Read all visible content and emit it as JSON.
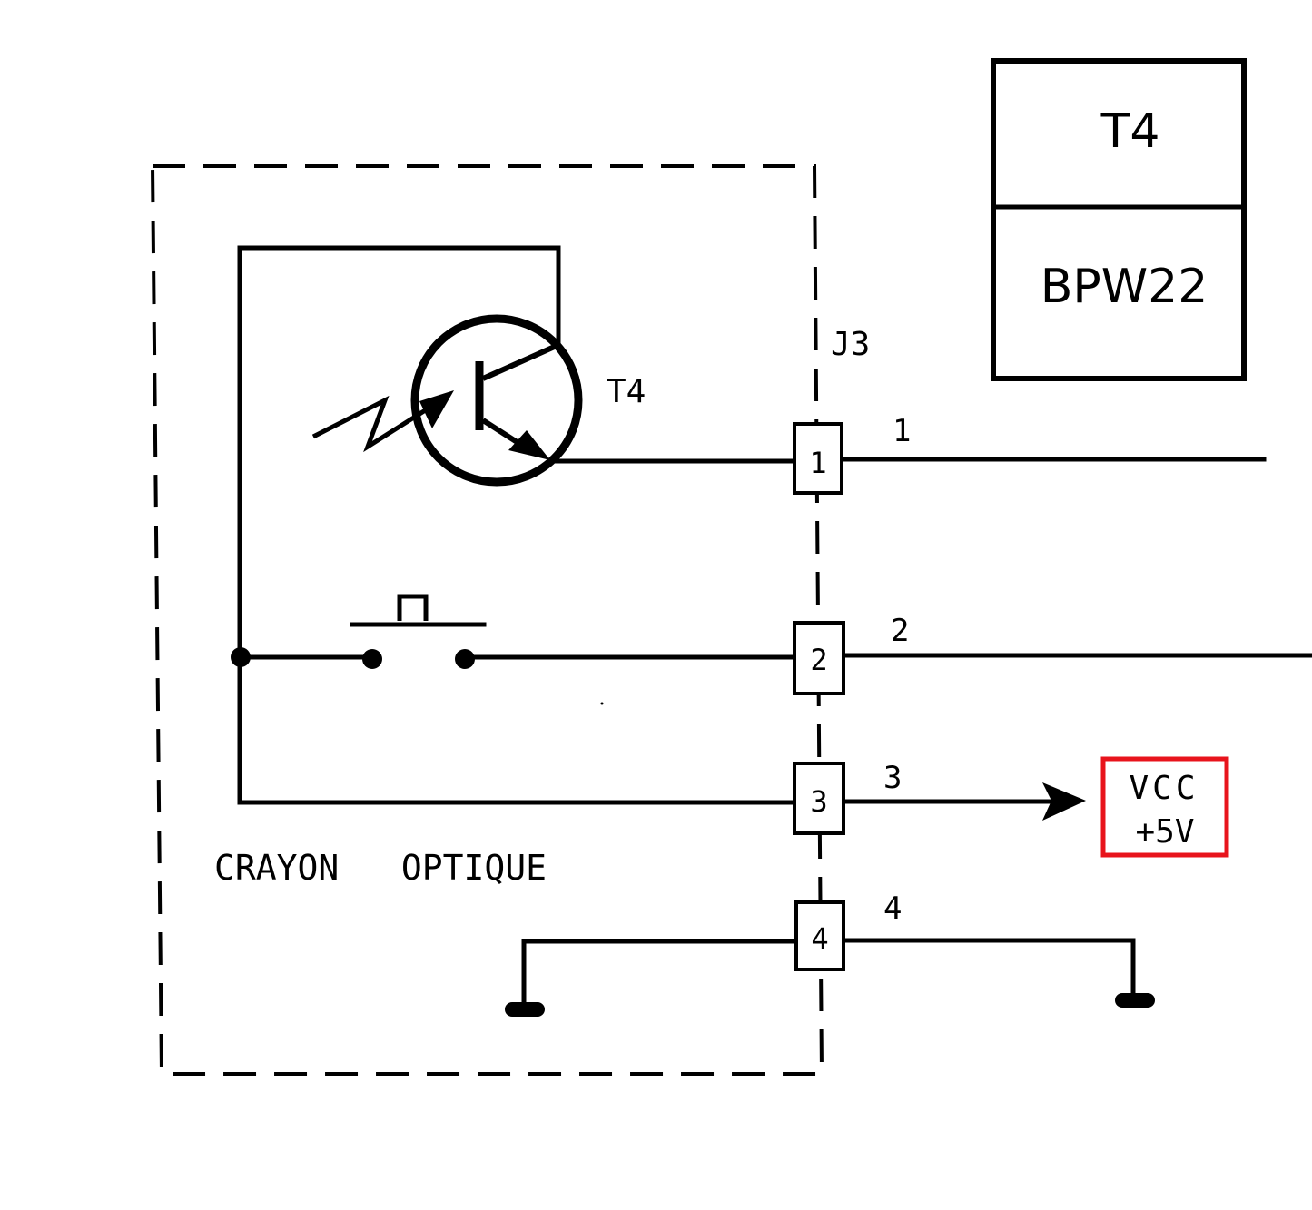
{
  "part_table": {
    "designator": "T4",
    "part_number": "BPW22"
  },
  "component": {
    "transistor_label": "T4",
    "block_label": "CRAYON   OPTIQUE"
  },
  "connector": {
    "name": "J3",
    "pins": [
      {
        "box": "1",
        "wire_label": "1"
      },
      {
        "box": "2",
        "wire_label": "2"
      },
      {
        "box": "3",
        "wire_label": "3"
      },
      {
        "box": "4",
        "wire_label": "4"
      }
    ]
  },
  "power": {
    "line1": "VCC",
    "line2": "+5V",
    "color": "#e8141c"
  }
}
